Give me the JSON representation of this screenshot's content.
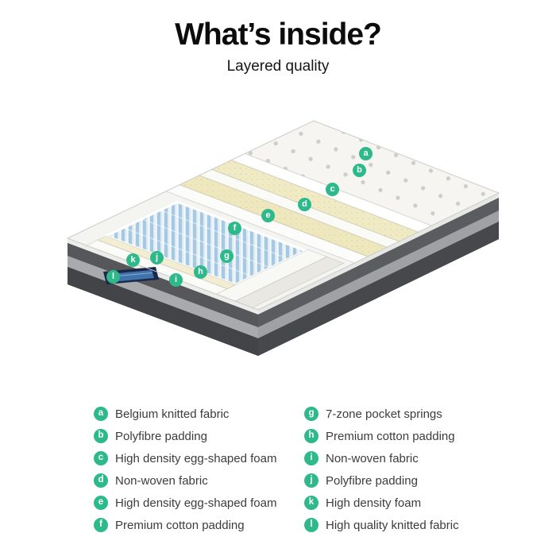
{
  "header": {
    "title": "What’s inside?",
    "subtitle": "Layered quality"
  },
  "colors": {
    "accent_green": "#2eb98a",
    "spring_blue": "#a6c9e1",
    "foam_cream": "#f1ebc5",
    "side_dark": "#4b4c50",
    "cover_navy": "#1c2847"
  },
  "diagram": {
    "marker_letters": [
      "a",
      "b",
      "c",
      "d",
      "e",
      "f",
      "g",
      "h",
      "i",
      "j",
      "k",
      "l"
    ]
  },
  "legend": {
    "left": [
      {
        "letter": "a",
        "label": "Belgium knitted fabric"
      },
      {
        "letter": "b",
        "label": "Polyfibre padding"
      },
      {
        "letter": "c",
        "label": "High density egg-shaped foam"
      },
      {
        "letter": "d",
        "label": "Non-woven fabric"
      },
      {
        "letter": "e",
        "label": "High density egg-shaped foam"
      },
      {
        "letter": "f",
        "label": "Premium cotton padding"
      }
    ],
    "right": [
      {
        "letter": "g",
        "label": "7-zone pocket springs"
      },
      {
        "letter": "h",
        "label": "Premium cotton padding"
      },
      {
        "letter": "i",
        "label": "Non-woven fabric"
      },
      {
        "letter": "j",
        "label": "Polyfibre padding"
      },
      {
        "letter": "k",
        "label": "High density foam"
      },
      {
        "letter": "l",
        "label": "High quality knitted fabric"
      }
    ]
  }
}
